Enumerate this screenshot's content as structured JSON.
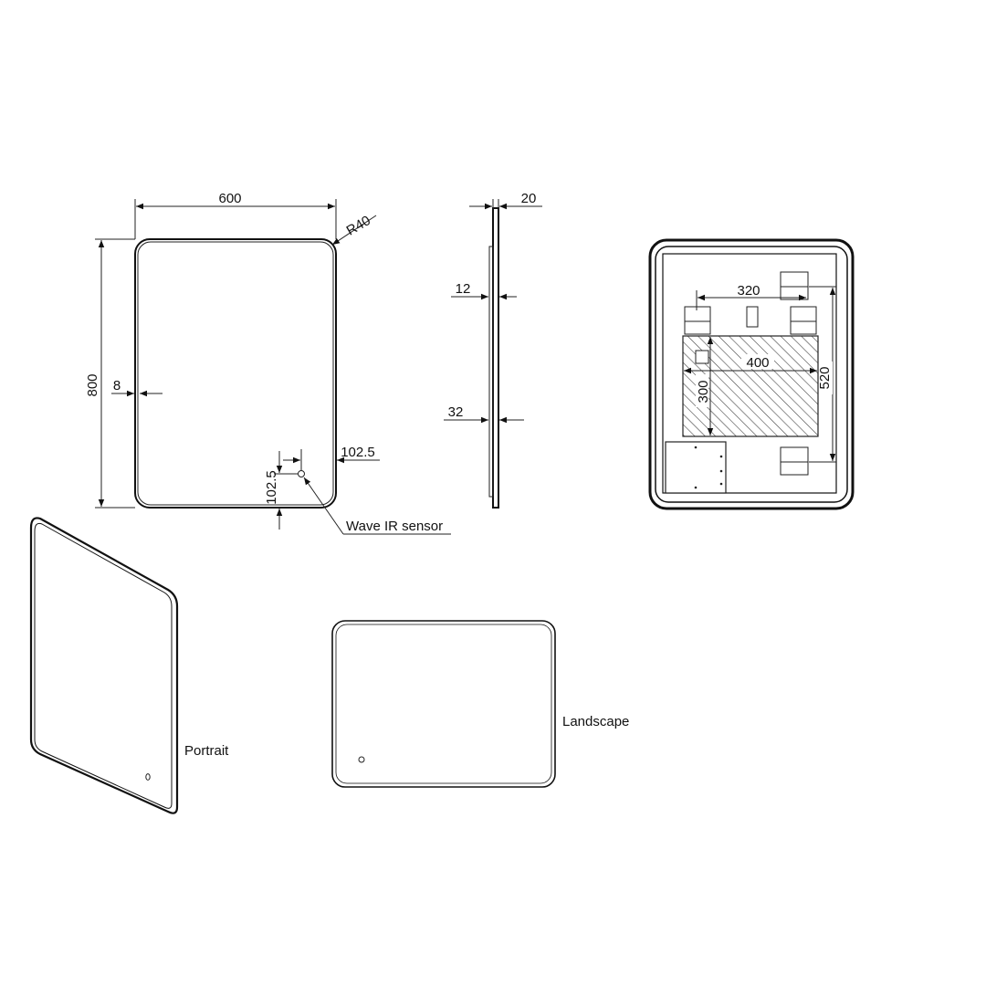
{
  "front_view": {
    "width_dim": "600",
    "height_dim": "800",
    "radius_dim": "R40",
    "border_dim": "8",
    "sensor_x_dim": "102.5",
    "sensor_y_dim": "102.5",
    "sensor_label": "Wave IR sensor"
  },
  "side_view": {
    "depth_dim": "20",
    "upper_offset_dim": "12",
    "lower_offset_dim": "32"
  },
  "rear_view": {
    "bracket_spacing_dim": "320",
    "hatch_width_dim": "400",
    "hatch_height_dim": "300",
    "vertical_span_dim": "520"
  },
  "orientations": {
    "portrait_label": "Portrait",
    "landscape_label": "Landscape"
  }
}
